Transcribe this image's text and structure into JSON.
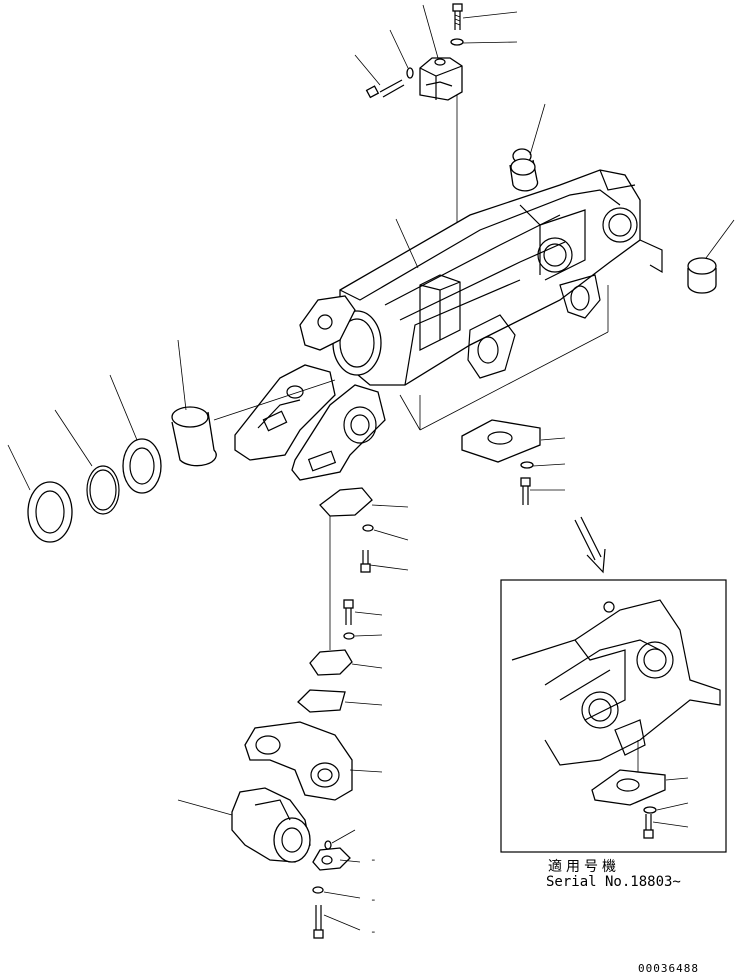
{
  "caption": {
    "applicable_machines_jp": "適用号機",
    "serial_range": "Serial No.18803~"
  },
  "drawing_number": "00036488",
  "leader_dash_labels": [
    "-",
    "-",
    "-"
  ],
  "detail_arrow": "arrow-down-left-icon"
}
